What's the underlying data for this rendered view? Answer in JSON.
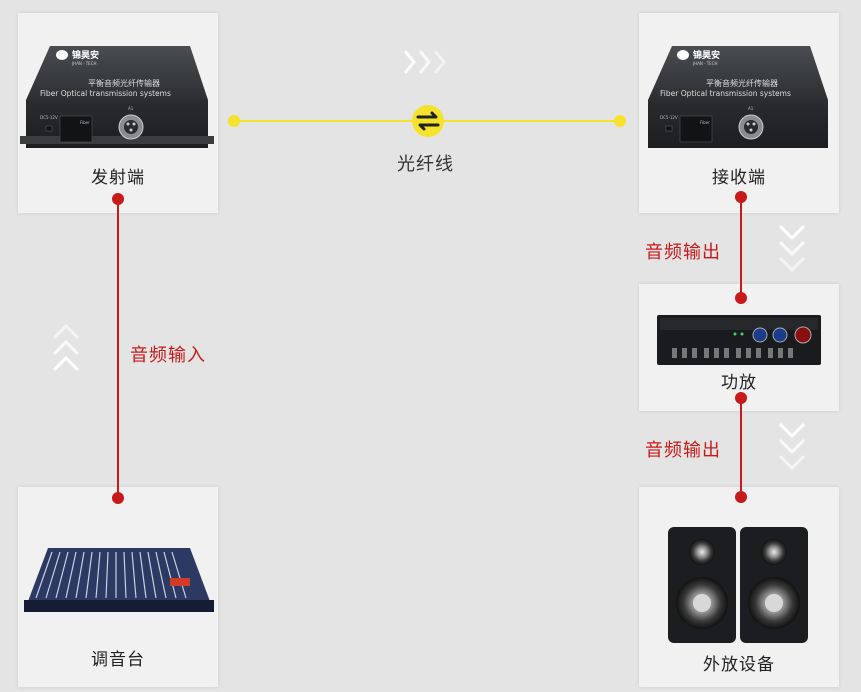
{
  "brand": {
    "name": "锦昊安",
    "sub": "JHAN · TECH"
  },
  "device": {
    "title_cn": "平衡音频光纤传输器",
    "title_en": "Fiber Optical transmission systems",
    "port_power": "DC5-12V",
    "port_fiber": "Fiber",
    "port_xlr": "A1"
  },
  "nodes": {
    "transmitter": {
      "label": "发射端"
    },
    "receiver": {
      "label": "接收端"
    },
    "amplifier": {
      "label": "功放"
    },
    "mixer": {
      "label": "调音台"
    },
    "speakers": {
      "label": "外放设备"
    }
  },
  "links": {
    "fiber": {
      "label": "光纤线"
    },
    "audio_in": {
      "label": "音频输入"
    },
    "audio_out_1": {
      "label": "音频输出"
    },
    "audio_out_2": {
      "label": "音频输出"
    }
  },
  "colors": {
    "fiber_line": "#f5e22a",
    "audio_line": "#c81a1a",
    "card": "#f1f1f1",
    "bg": "#e4e4e4"
  }
}
